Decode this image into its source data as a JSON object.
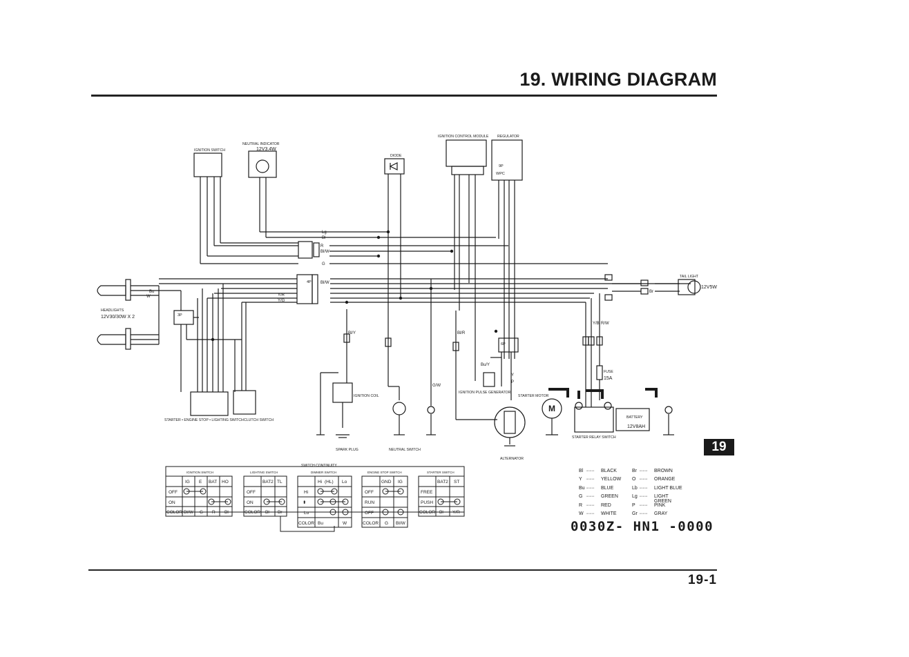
{
  "header": {
    "title": "19. WIRING DIAGRAM"
  },
  "section_tab": "19",
  "page_number": "19-1",
  "part_number": "0030Z- HN1 -0000",
  "components": {
    "ignition_switch": "IGNITION SWITCH",
    "neutral_indicator": "NEUTRAL INDICATOR",
    "neutral_indicator_rating": "12V3.4W",
    "diode": "DIODE",
    "ignition_control_module": "IGNITION CONTROL MODULE",
    "regulator": "REGULATOR",
    "tail_light": "TAIL LIGHT",
    "tail_light_rating": "12V5W",
    "headlights": "HEADLIGHTS",
    "headlights_rating": "12V30/30W X 2",
    "ignition_coil": "IGNITION COIL",
    "ignition_pulse_generator": "IGNITION PULSE GENERATOR",
    "starter_motor": "STARTER MOTOR",
    "fuse": "FUSE",
    "fuse_rating": "15A",
    "battery": "BATTERY",
    "battery_rating": "12V8AH",
    "starter_relay_switch": "STARTER RELAY SWITCH",
    "spark_plug": "SPARK PLUG",
    "neutral_switch": "NEUTRAL SWITCH",
    "alternator": "ALTERNATOR",
    "starter_engine_stop_lighting_switch": "STARTER • ENGINE STOP • LIGHTING SWITCH",
    "clutch_switch": "CLUTCH SWITCH",
    "motor_symbol": "M"
  },
  "connector_labels": {
    "p9": "9P",
    "p4": "4P",
    "p3": "3P",
    "p6": "6P",
    "wpc": "WPC"
  },
  "wire_labels": [
    "Lg",
    "Bl",
    "R",
    "Bl/W",
    "G",
    "Y/R",
    "Y/G",
    "Bu",
    "W",
    "Bl/Y",
    "Bl/R",
    "Bl/W",
    "G/W",
    "Y",
    "P",
    "Br",
    "Bu/Y",
    "R/W",
    "Y/B"
  ],
  "switch_continuity": {
    "title": "SWITCH CONTINUITY",
    "ignition": {
      "title": "IGNITION SWITCH",
      "headers": [
        "",
        "IG",
        "E",
        "BAT",
        "HO"
      ],
      "rows": [
        [
          "OFF",
          "",
          "",
          "",
          ""
        ],
        [
          "ON",
          "",
          "",
          "",
          ""
        ],
        [
          "COLOR",
          "Bl/W",
          "G",
          "R",
          "Bl"
        ]
      ]
    },
    "lighting": {
      "title": "LIGHTING SWITCH",
      "headers": [
        "",
        "BAT2",
        "TL"
      ],
      "rows": [
        [
          "OFF",
          "",
          ""
        ],
        [
          "ON",
          "",
          ""
        ],
        [
          "COLOR",
          "Bl",
          "Br"
        ]
      ]
    },
    "dimmer": {
      "title": "DIMMER SWITCH",
      "headers": [
        "",
        "Hi",
        "(HL)",
        "Lo"
      ],
      "rows": [
        [
          "Hi",
          "",
          "",
          ""
        ],
        [
          "",
          "",
          "",
          ""
        ],
        [
          "Lo",
          "",
          "",
          ""
        ],
        [
          "COLOR",
          "Bu",
          "",
          "W"
        ]
      ]
    },
    "engine_stop": {
      "title": "ENGINE STOP SWITCH",
      "headers": [
        "",
        "GND",
        "IG"
      ],
      "rows": [
        [
          "OFF",
          "",
          ""
        ],
        [
          "RUN",
          "",
          ""
        ],
        [
          "OFF",
          "",
          ""
        ],
        [
          "COLOR",
          "G",
          "Bl/W"
        ]
      ]
    },
    "starter": {
      "title": "STARTER SWITCH",
      "headers": [
        "",
        "BAT2",
        "ST"
      ],
      "rows": [
        [
          "FREE",
          "",
          ""
        ],
        [
          "PUSH",
          "",
          ""
        ],
        [
          "COLOR",
          "Bl",
          "Y/R"
        ]
      ]
    }
  },
  "color_legend": [
    {
      "code": "Bl",
      "name": "BLACK",
      "code2": "Br",
      "name2": "BROWN"
    },
    {
      "code": "Y",
      "name": "YELLOW",
      "code2": "O",
      "name2": "ORANGE"
    },
    {
      "code": "Bu",
      "name": "BLUE",
      "code2": "Lb",
      "name2": "LIGHT BLUE"
    },
    {
      "code": "G",
      "name": "GREEN",
      "code2": "Lg",
      "name2": "LIGHT GREEN"
    },
    {
      "code": "R",
      "name": "RED",
      "code2": "P",
      "name2": "PINK"
    },
    {
      "code": "W",
      "name": "WHITE",
      "code2": "Gr",
      "name2": "GRAY"
    }
  ],
  "legend_dots": "·········"
}
